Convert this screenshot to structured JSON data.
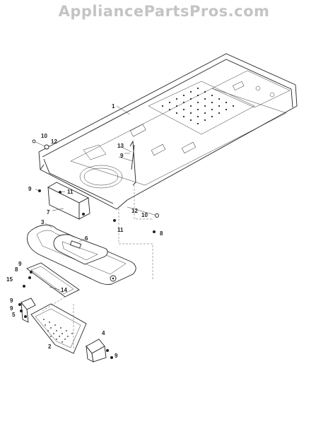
{
  "watermark": "AppliancePartsPros.com",
  "callouts": {
    "c1": "1",
    "c10a": "10",
    "c12a": "12",
    "c13": "13",
    "c9a": "9",
    "c9b": "9",
    "c11a": "11",
    "c7": "7",
    "c12b": "12",
    "c10b": "10",
    "c8a": "8",
    "c11b": "11",
    "c3": "3",
    "c6": "6",
    "c9c": "9",
    "c8b": "8",
    "c15": "15",
    "c14": "14",
    "c9d": "9",
    "c9e": "9",
    "c5": "5",
    "c4": "4",
    "c2": "2",
    "c9f": "9"
  }
}
